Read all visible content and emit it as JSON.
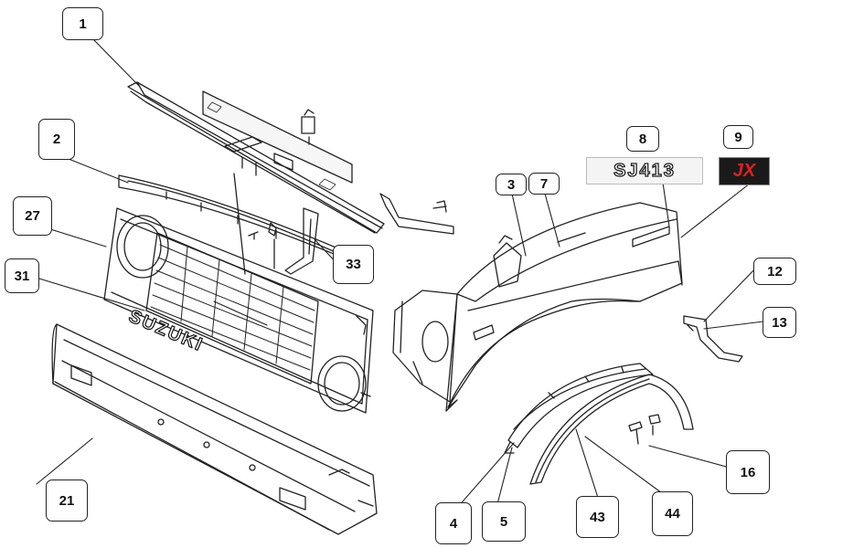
{
  "callouts": {
    "c1": "1",
    "c2": "2",
    "c3": "3",
    "c7": "7",
    "c8": "8",
    "c9": "9",
    "c27": "27",
    "c31": "31",
    "c33": "33",
    "c12": "12",
    "c13": "13",
    "c21": "21",
    "c4": "4",
    "c5": "5",
    "c43": "43",
    "c44": "44",
    "c16": "16"
  },
  "emblems": {
    "sj_badge": "SJ413",
    "jx_badge": "JX",
    "grille_emblem": "SUZUKI"
  },
  "colors": {
    "line": "#222222",
    "jx_text": "#e02020",
    "jx_background": "#1a1a1a"
  }
}
